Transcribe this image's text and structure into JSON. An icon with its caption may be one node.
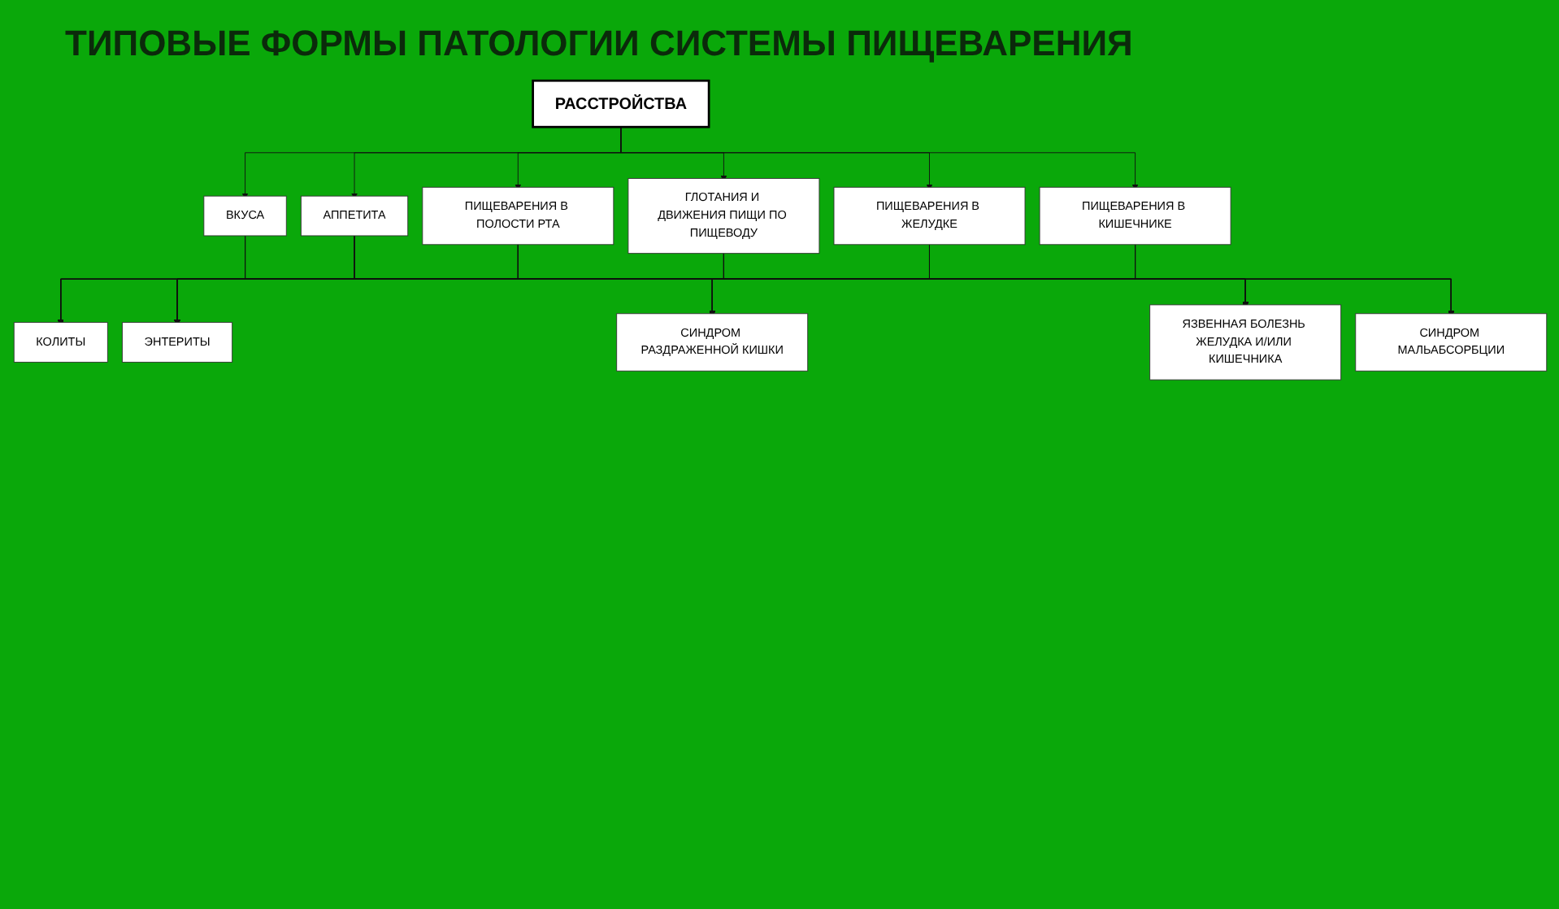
{
  "diagram": {
    "title": "ТИПОВЫЕ ФОРМЫ ПАТОЛОГИИ СИСТЕМЫ ПИЩЕВАРЕНИЯ",
    "nodes": [
      {
        "text": [
          "РАССТРОЙСТВА"
        ]
      },
      {
        "text": [
          "ВКУСА"
        ]
      },
      {
        "text": [
          "АППЕТИТА"
        ]
      },
      {
        "text": [
          "ПИЩЕВАРЕНИЯ В ПОЛОСТИ РТА"
        ]
      },
      {
        "text": [
          "ГЛОТАНИЯ И ДВИЖЕНИЯ ПИЩИ ПО ПИЩЕВОДУ"
        ]
      },
      {
        "text": [
          "ПИЩЕВАРЕНИЯ В ЖЕЛУДКЕ"
        ]
      },
      {
        "text": [
          "ПИЩЕВАРЕНИЯ В КИШЕЧНИКЕ"
        ]
      },
      {
        "text": [
          "КОЛИТЫ"
        ]
      },
      {
        "text": [
          "ЭНТЕРИТЫ"
        ]
      },
      {
        "text": [
          "СИНДРОМ РАЗДРАЖЕННОЙ КИШКИ"
        ]
      },
      {
        "text": [
          "ЯЗВЕННАЯ БОЛЕЗНЬ ЖЕЛУДКА И/ИЛИ КИШЕЧНИКА"
        ]
      },
      {
        "text": [
          "СИНДРОМ МАЛЬАБСОРБЦИИ"
        ]
      }
    ],
    "edges": [
      {
        "from": 0,
        "to": 1,
        "arrow": "to"
      },
      {
        "from": 0,
        "to": 2,
        "arrow": "to"
      },
      {
        "from": 0,
        "to": 3,
        "arrow": "to"
      },
      {
        "from": 0,
        "to": 4,
        "arrow": "to"
      },
      {
        "from": 0,
        "to": 5,
        "arrow": "to"
      },
      {
        "from": 0,
        "to": 6,
        "arrow": "to"
      },
      {
        "from": 1,
        "to": 7,
        "arrow": "to"
      },
      {
        "from": 1,
        "to": 8,
        "arrow": "to"
      },
      {
        "from": 1,
        "to": 9,
        "arrow": "to"
      },
      {
        "from": 1,
        "to": 10,
        "arrow": "to"
      },
      {
        "from": 1,
        "to": 11,
        "arrow": "to"
      },
      {
        "from": 2,
        "to": 7,
        "arrow": "to"
      },
      {
        "from": 2,
        "to": 8,
        "arrow": "to"
      },
      {
        "from": 2,
        "to": 9,
        "arrow": "to"
      },
      {
        "from": 2,
        "to": 10,
        "arrow": "to"
      },
      {
        "from": 2,
        "to": 11,
        "arrow": "to"
      },
      {
        "from": 3,
        "to": 7,
        "arrow": "to"
      },
      {
        "from": 3,
        "to": 8,
        "arrow": "to"
      },
      {
        "from": 3,
        "to": 9,
        "arrow": "to"
      },
      {
        "from": 3,
        "to": 10,
        "arrow": "to"
      },
      {
        "from": 3,
        "to": 11,
        "arrow": "to"
      },
      {
        "from": 4,
        "to": 7,
        "arrow": "to"
      },
      {
        "from": 4,
        "to": 8,
        "arrow": "to"
      },
      {
        "from": 4,
        "to": 9,
        "arrow": "to"
      },
      {
        "from": 4,
        "to": 10,
        "arrow": "to"
      },
      {
        "from": 4,
        "to": 11,
        "arrow": "to"
      },
      {
        "from": 5,
        "to": 7,
        "arrow": "to"
      },
      {
        "from": 5,
        "to": 8,
        "arrow": "to"
      },
      {
        "from": 5,
        "to": 9,
        "arrow": "to"
      },
      {
        "from": 5,
        "to": 10,
        "arrow": "to"
      },
      {
        "from": 5,
        "to": 11,
        "arrow": "to"
      },
      {
        "from": 6,
        "to": 7,
        "arrow": "to"
      },
      {
        "from": 6,
        "to": 8,
        "arrow": "to"
      },
      {
        "from": 6,
        "to": 9,
        "arrow": "to"
      },
      {
        "from": 6,
        "to": 10,
        "arrow": "to"
      },
      {
        "from": 6,
        "to": 11,
        "arrow": "to"
      }
    ]
  }
}
